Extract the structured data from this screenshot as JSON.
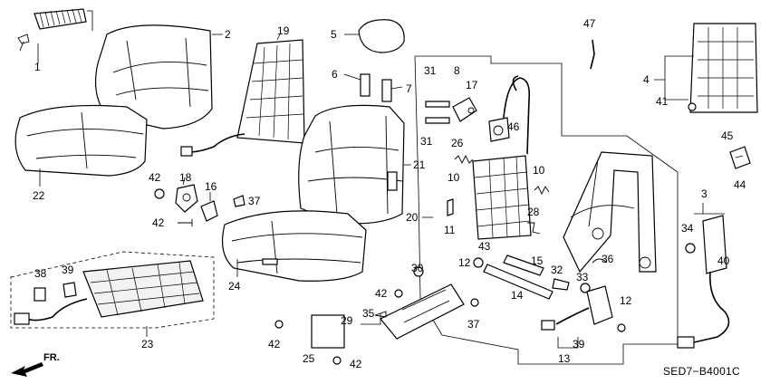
{
  "diagram": {
    "code": "SED7−B4001C",
    "direction": "FR.",
    "callouts": {
      "c1": "1",
      "c2": "2",
      "c19": "19",
      "c5": "5",
      "c6": "6",
      "c7": "7",
      "c47": "47",
      "c4": "4",
      "c41": "41",
      "c31a": "31",
      "c8": "8",
      "c17": "17",
      "c31b": "31",
      "c26": "26",
      "c46": "46",
      "c10a": "10",
      "c10b": "10",
      "c22": "22",
      "c42a": "42",
      "c18": "18",
      "c16": "16",
      "c37a": "37",
      "c42b": "42",
      "c21": "21",
      "c20": "20",
      "c11": "11",
      "c43": "43",
      "c28": "28",
      "c45": "45",
      "c44": "44",
      "c3": "3",
      "c34": "34",
      "c40": "40",
      "c24": "24",
      "c12a": "12",
      "c15": "15",
      "c32": "32",
      "c36": "36",
      "c33": "33",
      "c38": "38",
      "c39a": "39",
      "c30": "30",
      "c42c": "42",
      "c14": "14",
      "c12b": "12",
      "c35": "35",
      "c29": "29",
      "c37b": "37",
      "c23": "23",
      "c42d": "42",
      "c25": "25",
      "c42e": "42",
      "c39b": "39",
      "c13": "13"
    }
  }
}
